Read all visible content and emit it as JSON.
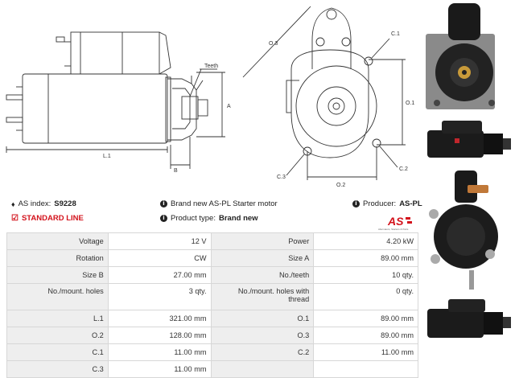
{
  "drawing": {
    "labels": {
      "teeth": "Teeth",
      "a": "A",
      "b": "B",
      "l1": "L.1",
      "o1": "O.1",
      "o2": "O.2",
      "o3": "O.3",
      "c1": "C.1",
      "c2": "C.2",
      "c3": "C.3"
    }
  },
  "info": {
    "as_index_label": "AS index:",
    "as_index_value": "S9228",
    "standard_line": "STANDARD LINE",
    "brand_new_text": "Brand new AS-PL Starter motor",
    "product_type_label": "Product type:",
    "product_type_value": "Brand new",
    "producer_label": "Producer:",
    "producer_value": "AS-PL"
  },
  "logo": {
    "text": "AS",
    "tagline": "Alternators, Starters & Parts"
  },
  "specs": [
    {
      "l1": "Voltage",
      "v1": "12 V",
      "l2": "Power",
      "v2": "4.20 kW"
    },
    {
      "l1": "Rotation",
      "v1": "CW",
      "l2": "Size A",
      "v2": "89.00 mm"
    },
    {
      "l1": "Size B",
      "v1": "27.00 mm",
      "l2": "No./teeth",
      "v2": "10 qty."
    },
    {
      "l1": "No./mount. holes",
      "v1": "3 qty.",
      "l2": "No./mount. holes with thread",
      "v2": "0 qty."
    },
    {
      "l1": "L.1",
      "v1": "321.00 mm",
      "l2": "O.1",
      "v2": "89.00 mm"
    },
    {
      "l1": "O.2",
      "v1": "128.00 mm",
      "l2": "O.3",
      "v2": "89.00 mm"
    },
    {
      "l1": "C.1",
      "v1": "11.00 mm",
      "l2": "C.2",
      "v2": "11.00 mm"
    },
    {
      "l1": "C.3",
      "v1": "11.00 mm",
      "l2": "",
      "v2": ""
    }
  ]
}
